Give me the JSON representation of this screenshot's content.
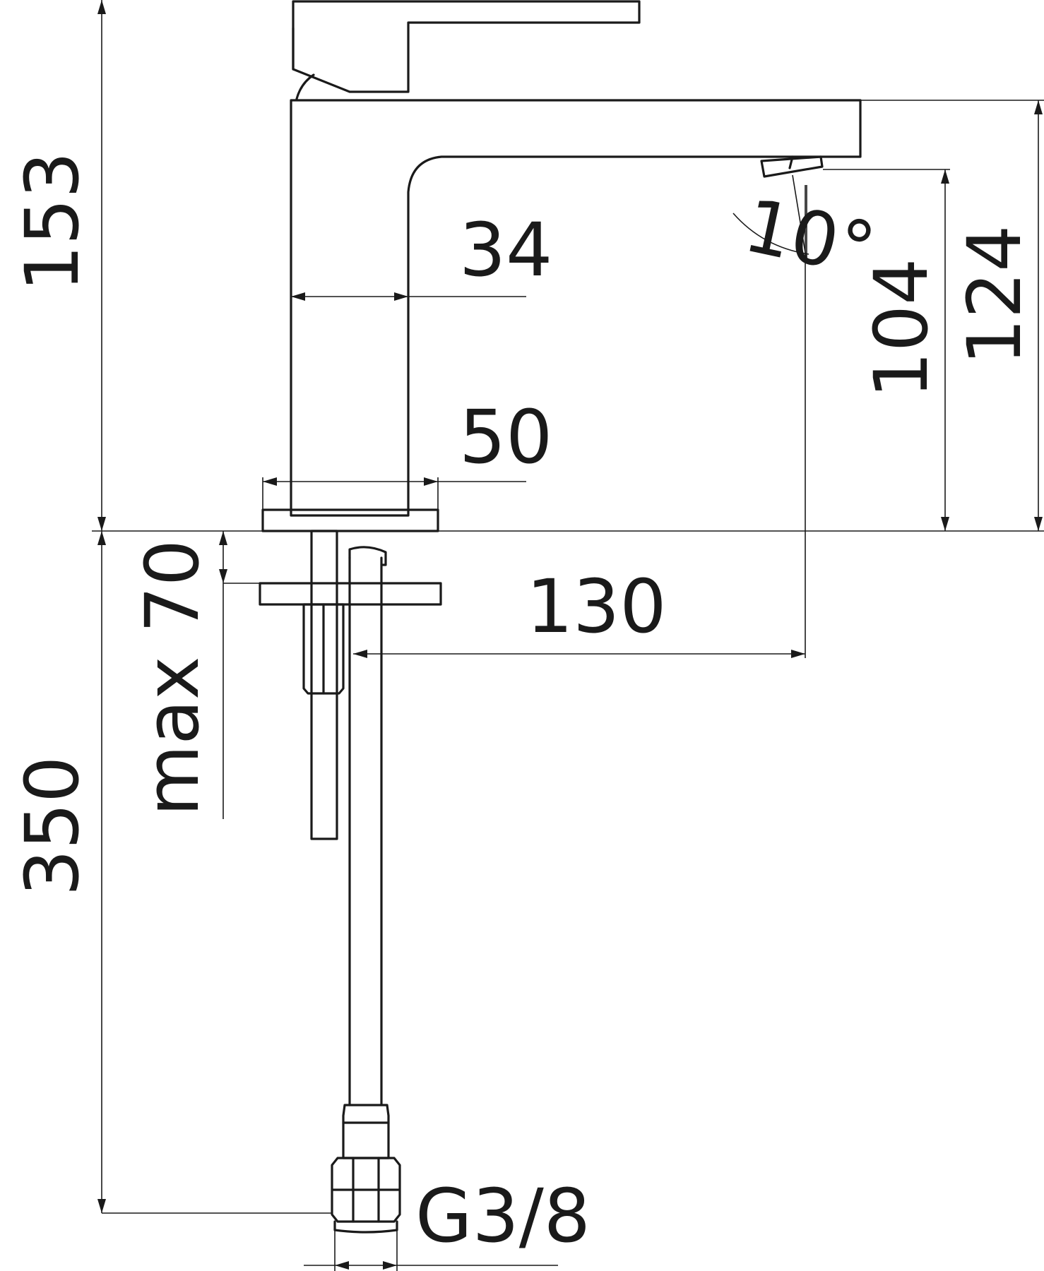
{
  "dimensions": {
    "total_height_above": "153",
    "lever_offset": "34",
    "body_width": "50",
    "spout_height_aerator": "104",
    "spout_height_top": "124",
    "spout_angle": "10°",
    "spout_reach": "130",
    "max_deck_thickness": "max 70",
    "hose_length": "350",
    "hose_connection": "G3/8"
  }
}
